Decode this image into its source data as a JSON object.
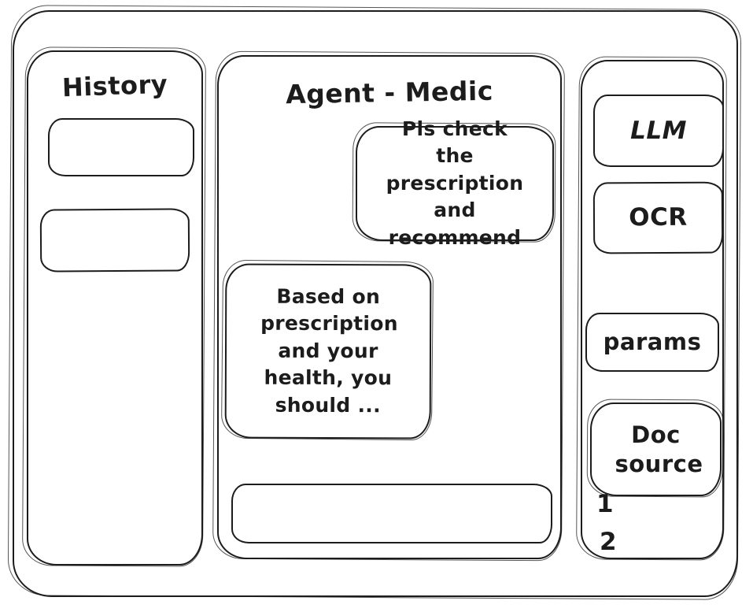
{
  "colors": {
    "stroke": "#1c1c1c",
    "background": "#ffffff"
  },
  "history_panel": {
    "title": "History",
    "items": [
      {
        "label": ""
      },
      {
        "label": ""
      }
    ]
  },
  "chat_panel": {
    "title": "Agent - Medic",
    "messages": [
      {
        "role": "user",
        "text": "Pls check the prescription and recommend"
      },
      {
        "role": "assistant",
        "text": "Based on prescription and your health, you should ..."
      }
    ],
    "input": {
      "value": "",
      "placeholder": ""
    }
  },
  "tools_panel": {
    "buttons": [
      {
        "label": "LLM"
      },
      {
        "label": "OCR"
      },
      {
        "label": "params"
      },
      {
        "label": "Doc source"
      }
    ],
    "doc_source_items": [
      {
        "label": "1"
      },
      {
        "label": "2"
      }
    ]
  }
}
